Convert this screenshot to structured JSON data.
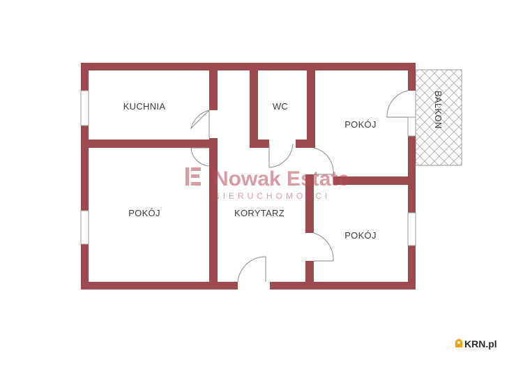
{
  "rooms": {
    "kitchen": "KUCHNIA",
    "wc": "WC",
    "room_top_right": "POKÓJ",
    "room_left": "POKÓJ",
    "corridor": "KORYTARZ",
    "room_bottom_right": "POKÓJ",
    "balcony": "BALKON"
  },
  "watermark": {
    "brand": "Nowak Estate",
    "subtitle": "NIERUCHOMOŚCI"
  },
  "credit": {
    "site": "KRN.pl"
  },
  "colors": {
    "wall": "#9c4a4f",
    "watermark": "#b94a55",
    "logo": "#f0a400"
  }
}
